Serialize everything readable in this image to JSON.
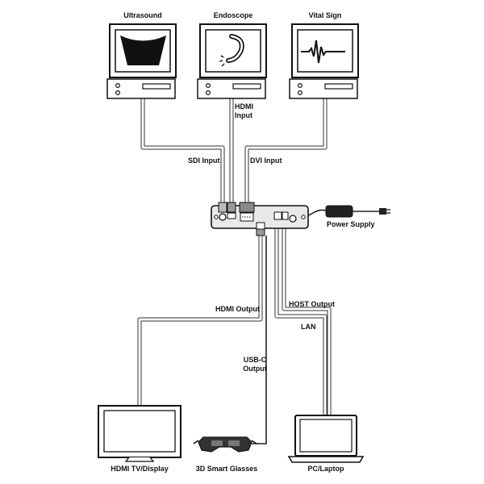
{
  "sources": {
    "ultrasound": "Ultrasound",
    "endoscope": "Endoscope",
    "vital_sign": "Vital Sign"
  },
  "inputs": {
    "hdmi_input": [
      "HDMI",
      "Input"
    ],
    "sdi_input": "SDI Input",
    "dvi_input": "DVI Input"
  },
  "power_supply": "Power Supply",
  "outputs": {
    "hdmi_output": "HDMI Output",
    "host_output": "HOST Output",
    "lan": "LAN",
    "usbc_output": [
      "USB-C",
      "Output"
    ]
  },
  "sinks": {
    "hdmi_tv": "HDMI TV/Display",
    "smart_glasses": "3D Smart Glasses",
    "pc_laptop": "PC/Laptop"
  },
  "icons": {
    "monitor": "desktop-monitor-icon",
    "tv": "tv-display-icon",
    "glasses": "smart-glasses-icon",
    "laptop": "laptop-icon",
    "device": "converter-box-icon",
    "power": "power-adapter-icon"
  }
}
